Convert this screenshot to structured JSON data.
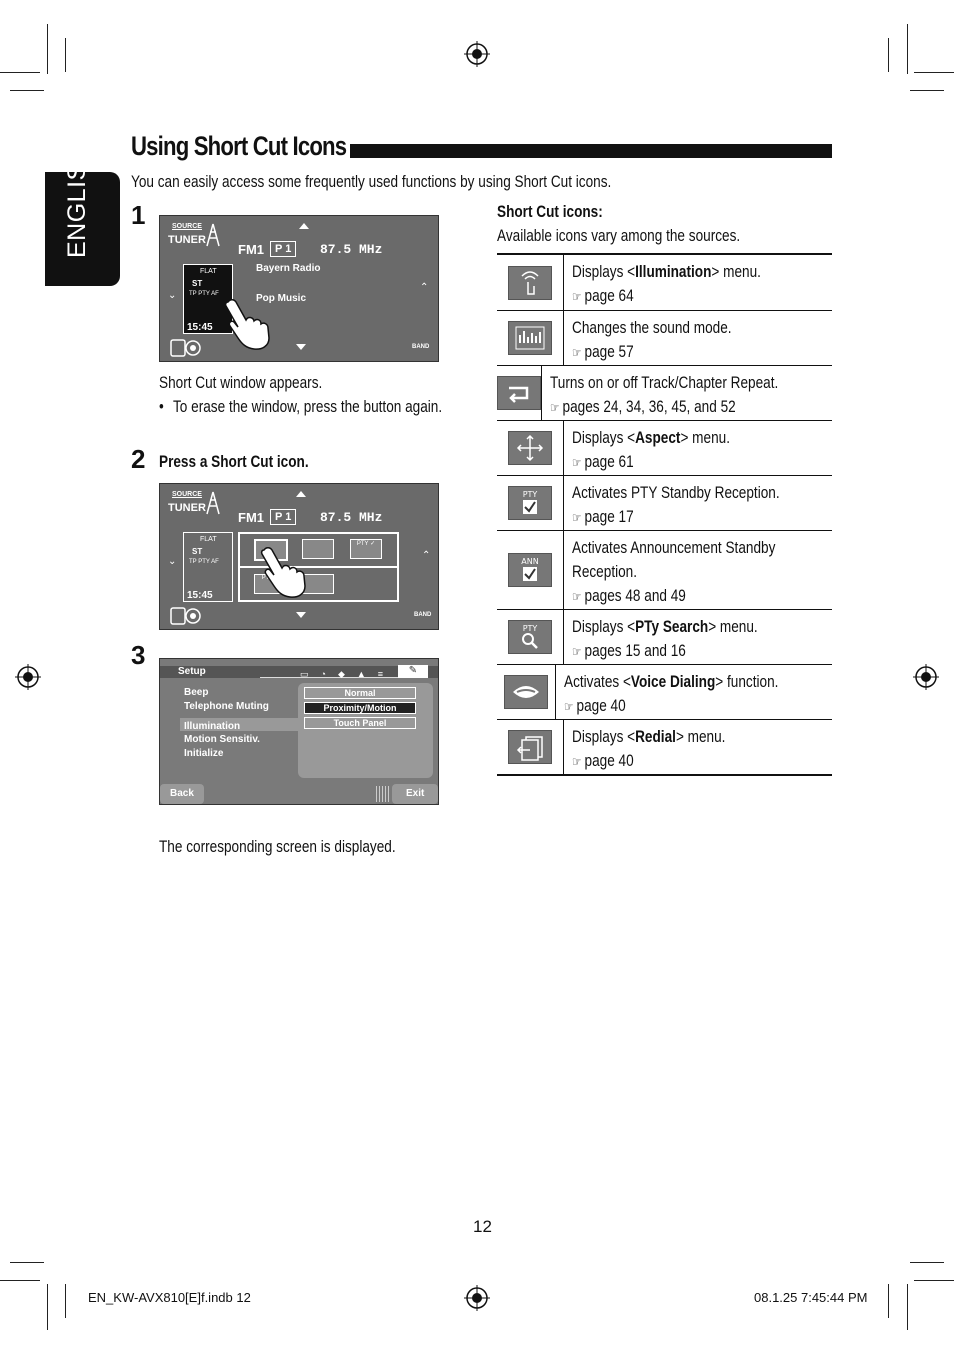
{
  "language_tab": "ENGLISH",
  "title": "Using Short Cut Icons",
  "intro": "You can easily access some frequently used functions by using Short Cut icons.",
  "steps": [
    {
      "number": "1",
      "caption": "Short Cut window appears.",
      "bullet": "To erase the window, press the button again."
    },
    {
      "number": "2",
      "heading": "Press a Short Cut icon."
    },
    {
      "number": "3",
      "caption": "The corresponding screen is displayed."
    }
  ],
  "tuner_screen": {
    "source_label": "SOURCE",
    "tuner_label": "TUNER",
    "band": "FM1",
    "preset": "P 1",
    "frequency": "87.5  MHz",
    "station": "Bayern Radio",
    "program": "Pop Music",
    "eq": "FLAT",
    "st": "ST",
    "flags": "TP  PTY  AF",
    "clock": "15:45",
    "band_button": "BAND"
  },
  "setup_screen": {
    "title": "Setup",
    "menu": [
      "Beep",
      "Telephone Muting",
      "Illumination",
      "Motion Sensitiv.",
      "Initialize"
    ],
    "options": [
      "Normal",
      "Proximity/Motion",
      "Touch Panel"
    ],
    "back": "Back",
    "exit": "Exit"
  },
  "icons_section": {
    "heading": "Short Cut icons:",
    "subheading": "Available icons vary among the sources."
  },
  "icon_table": [
    {
      "icon": "illumination-icon",
      "pre": "Displays <",
      "bold": "Illumination",
      "post": "> menu.",
      "more": "",
      "ref": "page 64"
    },
    {
      "icon": "sound-mode-icon",
      "pre": "Changes the sound mode.",
      "bold": "",
      "post": "",
      "more": "",
      "ref": "page 57"
    },
    {
      "icon": "repeat-icon",
      "pre": "Turns on or off Track/Chapter Repeat.",
      "bold": "",
      "post": "",
      "more": "",
      "ref": "pages 24, 34, 36, 45, and 52"
    },
    {
      "icon": "aspect-icon",
      "pre": "Displays <",
      "bold": "Aspect",
      "post": "> menu.",
      "more": "",
      "ref": "page 61"
    },
    {
      "icon": "pty-standby-icon",
      "pre": "Activates PTY Standby Reception.",
      "bold": "",
      "post": "",
      "more": "",
      "ref": "page 17"
    },
    {
      "icon": "ann-standby-icon",
      "pre": "Activates Announcement Standby",
      "bold": "",
      "post": "",
      "more": "Reception.",
      "ref": "pages 48 and 49"
    },
    {
      "icon": "pty-search-icon",
      "pre": "Displays <",
      "bold": "PTy Search",
      "post": "> menu.",
      "more": "",
      "ref": "pages 15 and 16"
    },
    {
      "icon": "voice-dialing-icon",
      "pre": "Activates <",
      "bold": "Voice Dialing",
      "post": "> function.",
      "more": "",
      "ref": "page 40"
    },
    {
      "icon": "redial-icon",
      "pre": "Displays <",
      "bold": "Redial",
      "post": "> menu.",
      "more": "",
      "ref": "page 40"
    }
  ],
  "page_number": "12",
  "footer_left": "EN_KW-AVX810[E]f.indb   12",
  "footer_right": "08.1.25   7:45:44 PM"
}
